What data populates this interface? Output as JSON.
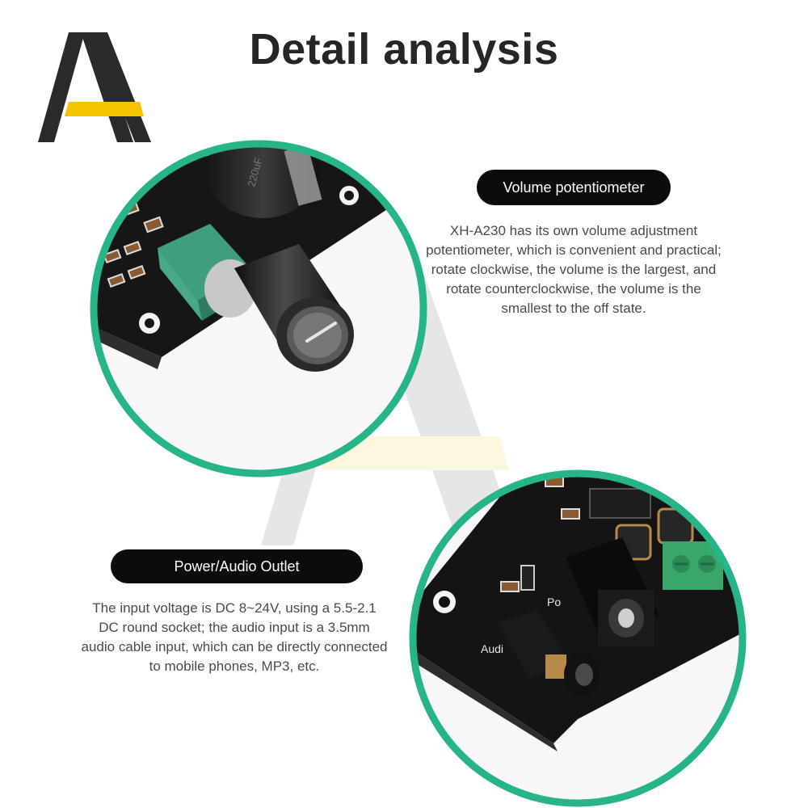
{
  "header": {
    "title": "Detail analysis"
  },
  "sections": {
    "volume": {
      "label": "Volume potentiometer",
      "description": "XH-A230 has its own volume adjustment potentiometer, which is convenient and practical; rotate clockwise, the volume is the largest, and rotate counterclockwise, the volume is the smallest to the off state."
    },
    "power": {
      "label": "Power/Audio Outlet",
      "description": "The input voltage is DC 8~24V, using a 5.5-2.1 DC round socket; the audio input is a 3.5mm audio cable input, which can be directly connected to mobile phones, MP3, etc."
    }
  },
  "board_markings": {
    "capacitor": "220uF",
    "power_label": "Po",
    "audio_label": "Audi"
  },
  "colors": {
    "circle_border": "#27b48b",
    "brand_yellow": "#f5c400",
    "pill_bg": "#0c0c0c",
    "title": "#262626",
    "text": "#4a4a4a"
  },
  "icons": {
    "logo": "aa-brand-logo",
    "watermark": "aa-watermark-logo"
  }
}
